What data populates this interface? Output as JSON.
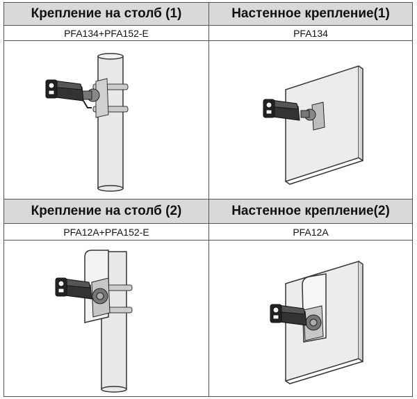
{
  "cells": [
    {
      "title": "Крепление на столб (1)",
      "model": "PFA134+PFA152-E"
    },
    {
      "title": "Настенное крепление(1)",
      "model": "PFA134"
    },
    {
      "title": "Крепление на столб (2)",
      "model": "PFA12A+PFA152-E"
    },
    {
      "title": "Настенное крепление(2)",
      "model": "PFA12A"
    }
  ]
}
